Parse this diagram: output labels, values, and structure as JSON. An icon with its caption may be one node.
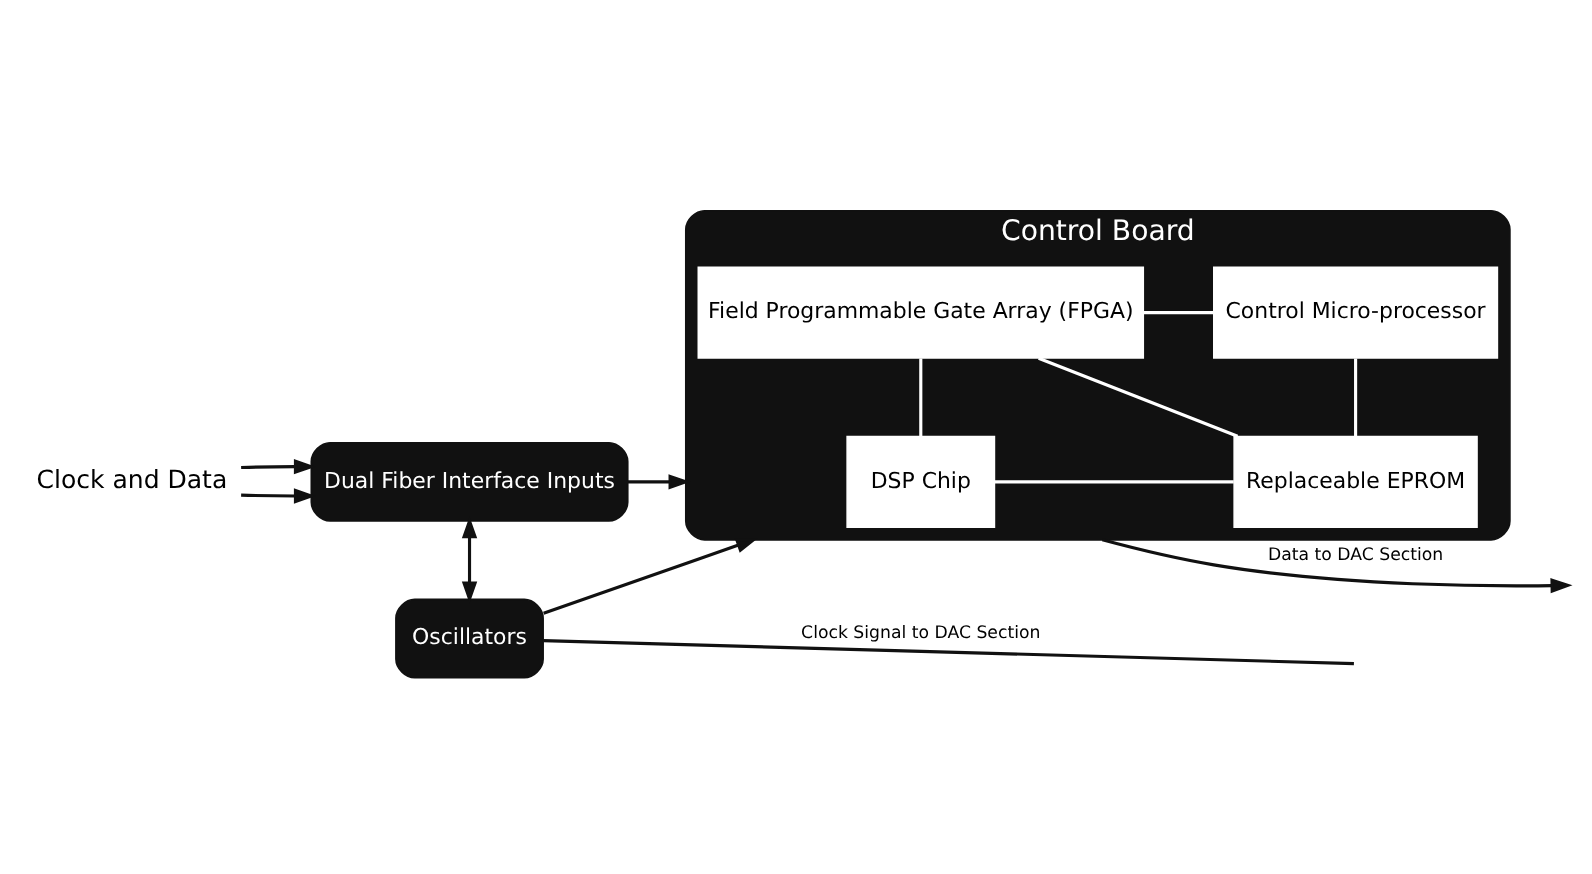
{
  "diagram": {
    "nodes": [
      {
        "text": [
          "Clock and Data"
        ]
      },
      {
        "text": [
          "Dual Fiber Interface Inputs"
        ]
      },
      {
        "text": [
          "Control Board"
        ]
      },
      {
        "text": [
          "DSP Chip"
        ],
        "in": 2
      },
      {
        "text": [
          "Replaceable EPROM"
        ],
        "in": 2
      },
      {
        "text": [
          "Field Programmable Gate Array (FPGA)"
        ],
        "in": 2
      },
      {
        "text": [
          "Control Micro-processor"
        ],
        "in": 2
      },
      {
        "text": [
          "Oscillators"
        ]
      }
    ],
    "edges": [
      {
        "from": 0,
        "to": 1,
        "arrow": "to"
      },
      {
        "from": 0,
        "to": 1,
        "arrow": "to"
      },
      {
        "from": 1,
        "to": 2,
        "arrow": "to"
      },
      {
        "from": 1,
        "to": 7,
        "arrow": "both"
      },
      {
        "from": 2,
        "to": null,
        "arrow": "to",
        "label": "Data to DAC Section"
      },
      {
        "from": 3,
        "to": 4,
        "arrow": "none",
        "color": "#ffffff"
      },
      {
        "from": 3,
        "to": 5,
        "arrow": "none",
        "color": "#ffffff"
      },
      {
        "from": 4,
        "to": 5,
        "arrow": "none",
        "color": "#ffffff"
      },
      {
        "from": 4,
        "to": 6,
        "arrow": "none",
        "color": "#ffffff"
      },
      {
        "from": 5,
        "to": 6,
        "arrow": "none",
        "color": "#ffffff"
      },
      {
        "from": 7,
        "to": 2,
        "arrow": "to"
      },
      {
        "from": 7,
        "to": null,
        "arrow": "none",
        "label": "Clock Signal to DAC Section"
      }
    ]
  }
}
